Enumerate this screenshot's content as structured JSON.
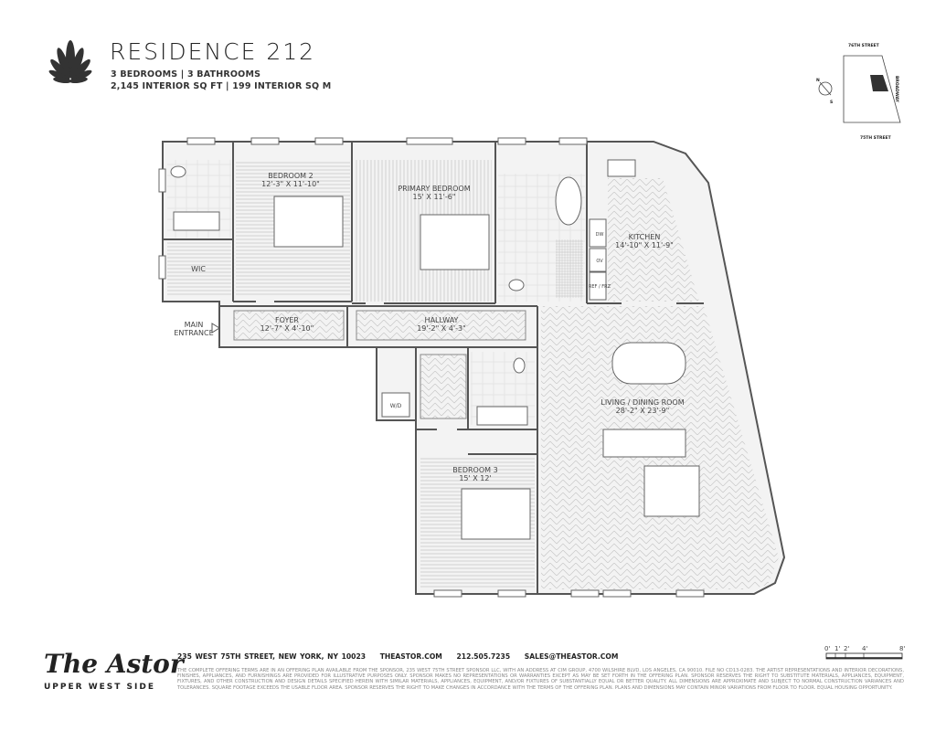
{
  "header": {
    "title": "RESIDENCE 212",
    "rooms_summary": "3 BEDROOMS | 3 BATHROOMS",
    "area_summary": "2,145 INTERIOR SQ FT | 199 INTERIOR SQ M",
    "logo_icon": "lotus-leaf-icon"
  },
  "keyplan": {
    "top_street": "76TH STREET",
    "bottom_street": "75TH STREET",
    "side_street": "BROADWAY",
    "north": "N",
    "south": "S",
    "highlight_color": "#333333"
  },
  "rooms": {
    "bedroom2": {
      "name": "BEDROOM 2",
      "dims": "12'-3\" X 11'-10\""
    },
    "primary": {
      "name": "PRIMARY BEDROOM",
      "dims": "15' X 11'-6\""
    },
    "kitchen": {
      "name": "KITCHEN",
      "dims": "14'-10\" X 11'-9\""
    },
    "wic": {
      "name": "WIC"
    },
    "foyer": {
      "name": "FOYER",
      "dims": "12'-7\" X 4'-10\""
    },
    "hallway": {
      "name": "HALLWAY",
      "dims": "19'-2\" X 4'-3\""
    },
    "living": {
      "name": "LIVING / DINING ROOM",
      "dims": "28'-2\" X 23'-9\""
    },
    "bedroom3": {
      "name": "BEDROOM 3",
      "dims": "15' X 12'"
    },
    "wd": "W/D",
    "dw": "DW",
    "ov": "OV",
    "ref": "REF / FRZ",
    "entrance_line1": "MAIN",
    "entrance_line2": "ENTRANCE"
  },
  "scale": {
    "labels": [
      "0'",
      "1'",
      "2'",
      "4'",
      "8'"
    ]
  },
  "footer": {
    "brand": "The Astor",
    "brand_sub": "UPPER WEST SIDE",
    "address": "235 WEST 75TH STREET, NEW YORK, NY 10023",
    "website": "THEASTOR.COM",
    "phone": "212.505.7235",
    "email": "SALES@THEASTOR.COM",
    "disclaimer": "THE COMPLETE OFFERING TERMS ARE IN AN OFFERING PLAN AVAILABLE FROM THE SPONSOR, 235 WEST 75TH STREET SPONSOR LLC, WITH AN ADDRESS AT CIM GROUP, 4700 WILSHIRE BLVD, LOS ANGELES, CA 90010. FILE NO CD13-0283. THE ARTIST REPRESENTATIONS AND INTERIOR DECORATIONS, FINISHES, APPLIANCES, AND FURNISHINGS ARE PROVIDED FOR ILLUSTRATIVE PURPOSES ONLY. SPONSOR MAKES NO REPRESENTATIONS OR WARRANTIES EXCEPT AS MAY BE SET FORTH IN THE OFFERING PLAN. SPONSOR RESERVES THE RIGHT TO SUBSTITUTE MATERIALS, APPLIANCES, EQUIPMENT, FIXTURES, AND OTHER CONSTRUCTION AND DESIGN DETAILS SPECIFIED HEREIN WITH SIMILAR MATERIALS, APPLIANCES, EQUIPMENT, AND/OR FIXTURES OF SUBSTANTIALLY EQUAL OR BETTER QUALITY. ALL DIMENSIONS ARE APPROXIMATE AND SUBJECT TO NORMAL CONSTRUCTION VARIANCES AND TOLERANCES. SQUARE FOOTAGE EXCEEDS THE USABLE FLOOR AREA. SPONSOR RESERVES THE RIGHT TO MAKE CHANGES IN ACCORDANCE WITH THE TERMS OF THE OFFERING PLAN. PLANS AND DIMENSIONS MAY CONTAIN MINOR VARIATIONS FROM FLOOR TO FLOOR. EQUAL HOUSING OPPORTUNITY."
  }
}
